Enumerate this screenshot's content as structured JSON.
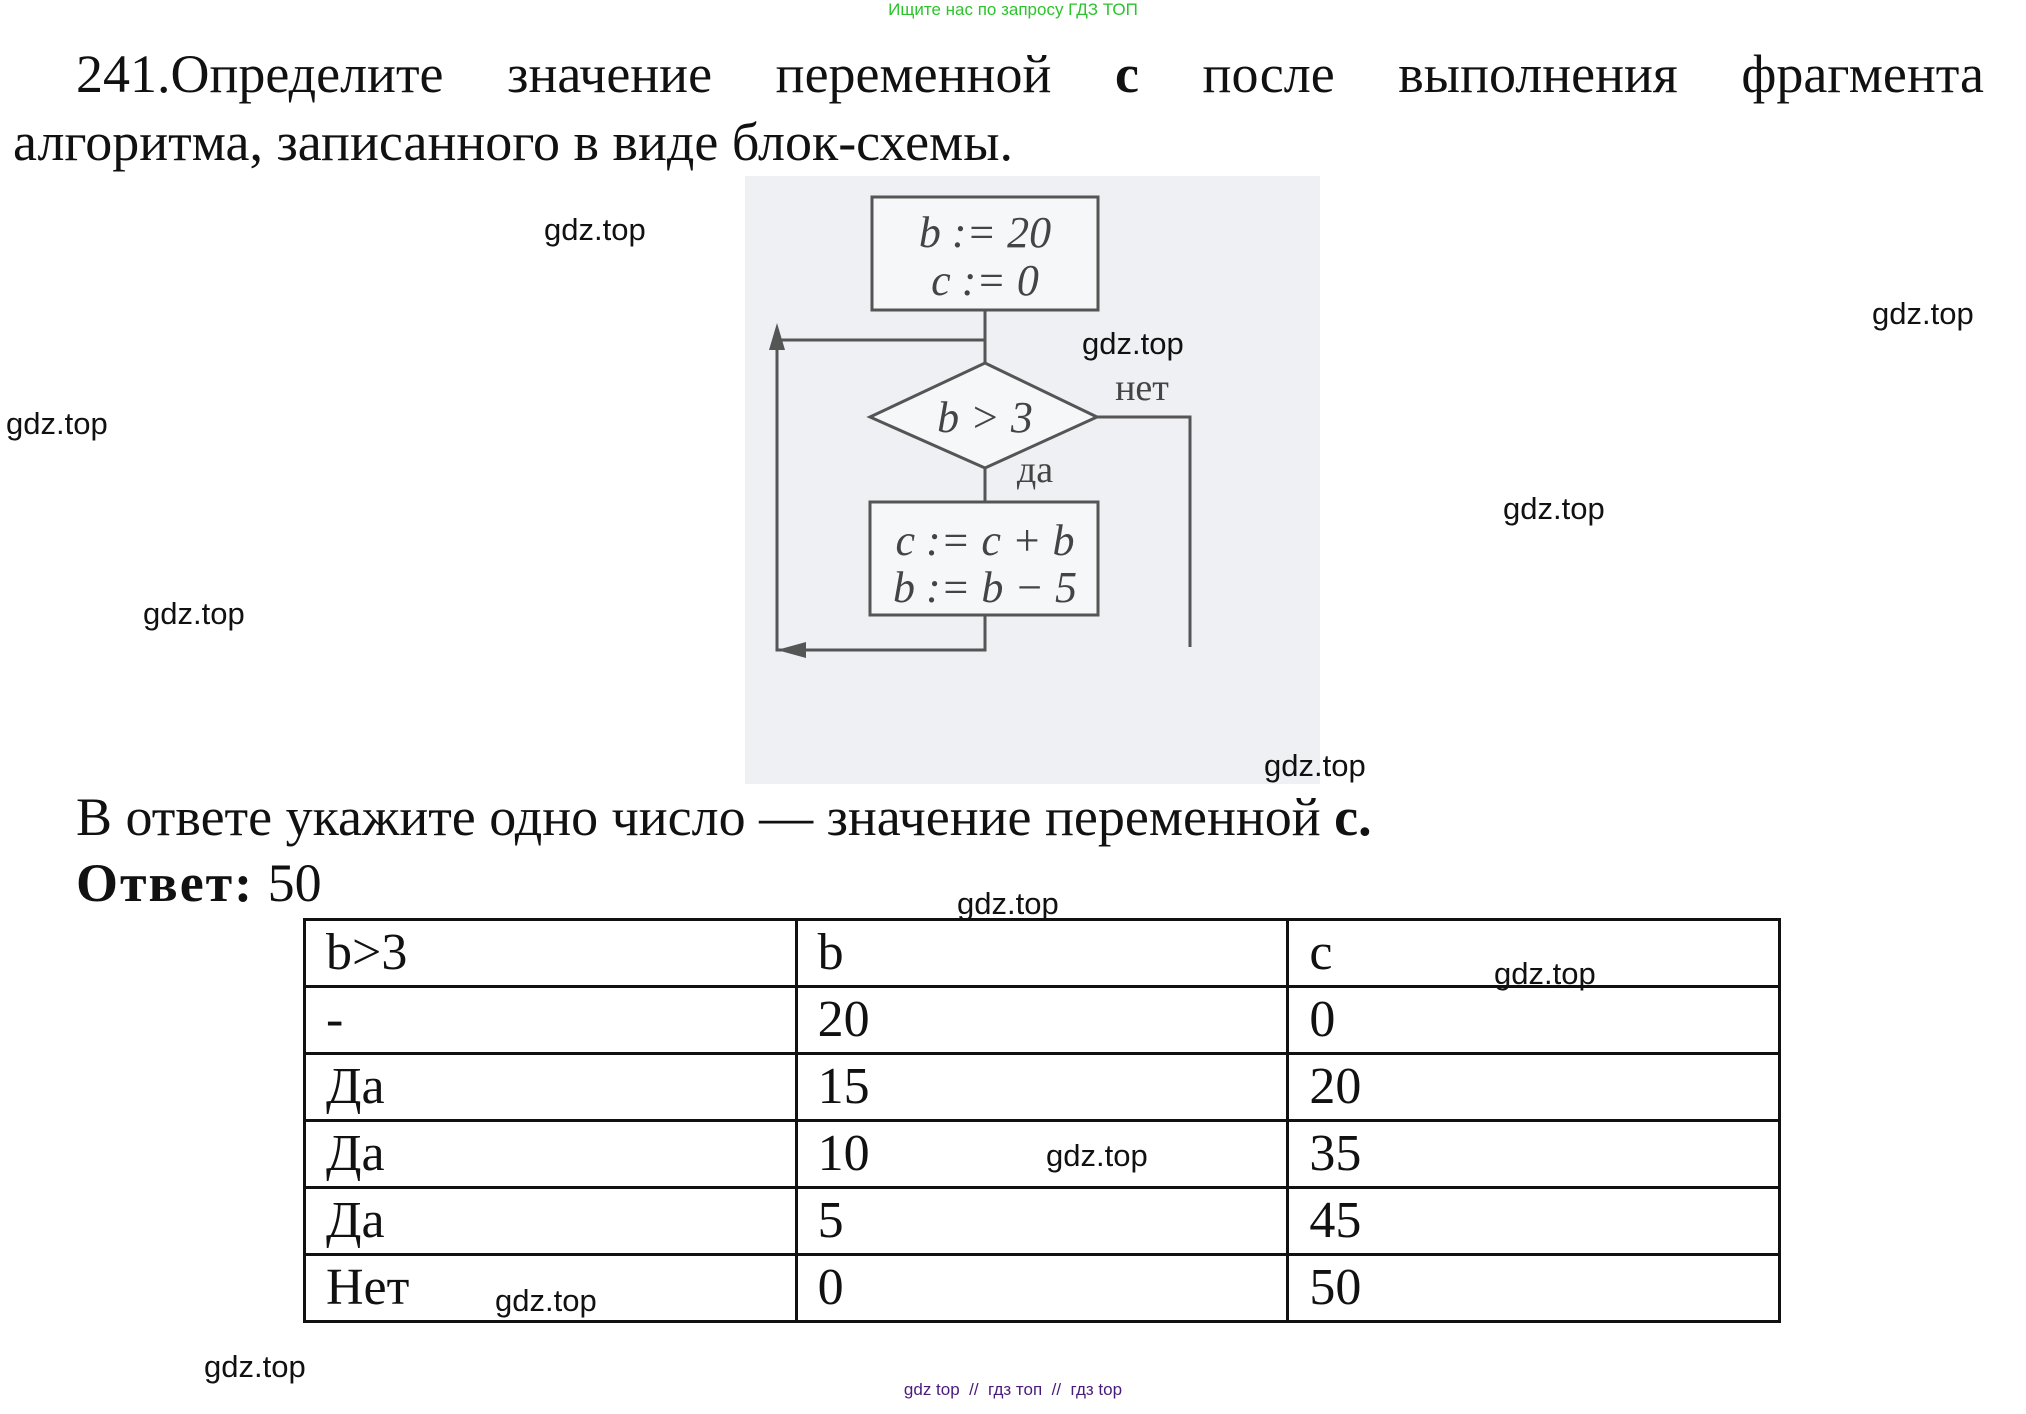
{
  "banner": "Ищите нас по запросу ГДЗ ТОП",
  "task": {
    "line1_before": "241.Определите значение переменной ",
    "var": "c",
    "line1_after": " после выполнения фрагмента",
    "line2": "алгоритма, записанного в виде блок-схемы."
  },
  "flowchart": {
    "init_b": "b := 20",
    "init_c": "c := 0",
    "condition": "b > 3",
    "no_label": "нет",
    "yes_label": "да",
    "body_c": "c := c + b",
    "body_b": "b := b − 5"
  },
  "note": {
    "text": "В ответе укажите одно число — значение переменной ",
    "var": "c."
  },
  "answer": {
    "label": "Ответ:",
    "value": " 50"
  },
  "table": {
    "headers": [
      "b>3",
      "b",
      "c"
    ],
    "rows": [
      [
        "-",
        "20",
        "0"
      ],
      [
        "Да",
        "15",
        "20"
      ],
      [
        "Да",
        "10",
        "35"
      ],
      [
        "Да",
        "5",
        "45"
      ],
      [
        "Нет",
        "0",
        "50"
      ]
    ]
  },
  "watermark": "gdz.top",
  "footer_links": [
    "gdz top",
    "гдз топ",
    "гдз top"
  ],
  "footer_sep": "//"
}
